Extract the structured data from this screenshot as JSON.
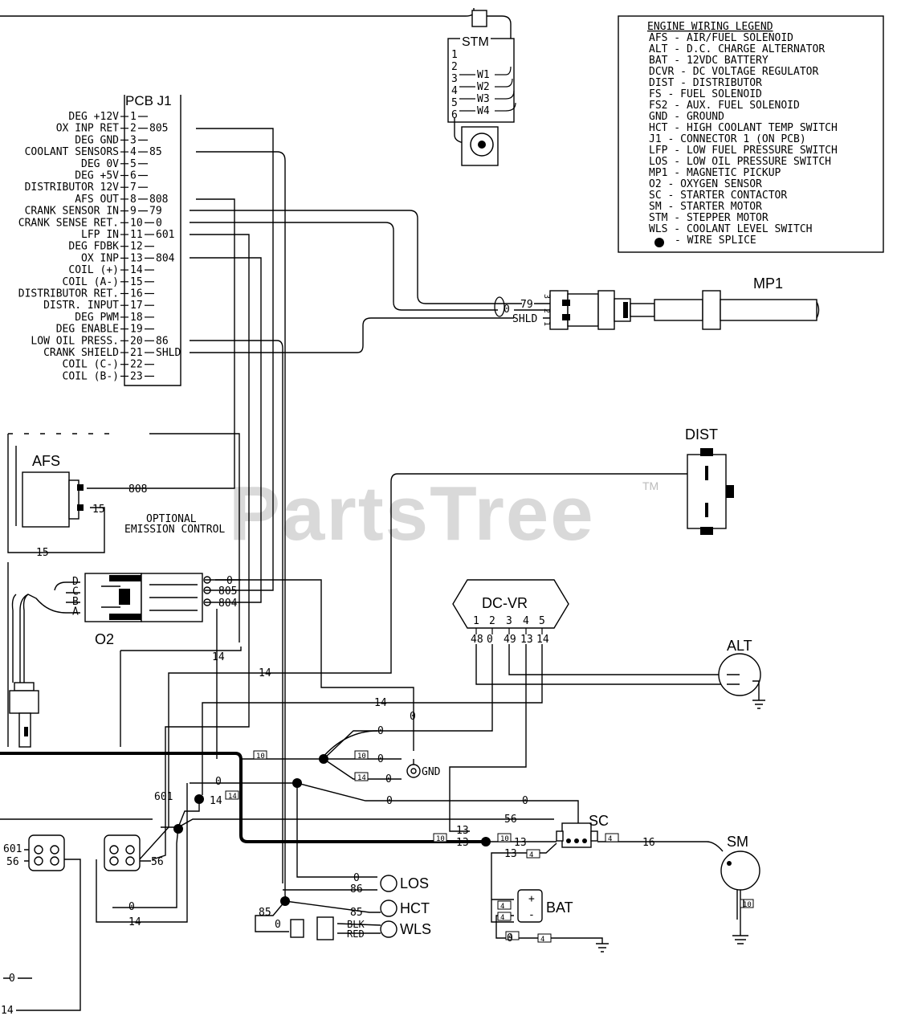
{
  "watermark": "PartsTree",
  "watermark_tm": "TM",
  "legend": {
    "title": "ENGINE WIRING LEGEND",
    "entries": [
      "AFS  - AIR/FUEL SOLENOID",
      "ALT  - D.C. CHARGE ALTERNATOR",
      "BAT  - 12VDC BATTERY",
      "DCVR  - DC VOLTAGE REGULATOR",
      "DIST  - DISTRIBUTOR",
      "FS  - FUEL SOLENOID",
      "FS2  - AUX. FUEL SOLENOID",
      "GND  - GROUND",
      "HCT - HIGH COOLANT TEMP SWITCH",
      "J1 - CONNECTOR 1 (ON PCB)",
      "LFP - LOW FUEL PRESSURE SWITCH",
      "LOS - LOW OIL PRESSURE SWITCH",
      "MP1 - MAGNETIC PICKUP",
      "O2  - OXYGEN SENSOR",
      "SC  - STARTER CONTACTOR",
      "SM  - STARTER MOTOR",
      "STM - STEPPER MOTOR",
      "WLS - COOLANT LEVEL SWITCH",
      "- WIRE SPLICE"
    ]
  },
  "pcb": {
    "title": "PCB J1",
    "pins": [
      {
        "label": "DEG +12V",
        "num": "1",
        "wire": ""
      },
      {
        "label": "OX INP RET",
        "num": "2",
        "wire": "805"
      },
      {
        "label": "DEG GND",
        "num": "3",
        "wire": ""
      },
      {
        "label": "COOLANT SENSORS",
        "num": "4",
        "wire": "85"
      },
      {
        "label": "DEG 0V",
        "num": "5",
        "wire": ""
      },
      {
        "label": "DEG +5V",
        "num": "6",
        "wire": ""
      },
      {
        "label": "DISTRIBUTOR 12V",
        "num": "7",
        "wire": ""
      },
      {
        "label": "AFS OUT",
        "num": "8",
        "wire": "808"
      },
      {
        "label": "CRANK SENSOR IN",
        "num": "9",
        "wire": "79"
      },
      {
        "label": "CRANK SENSE RET.",
        "num": "10",
        "wire": "0"
      },
      {
        "label": "LFP IN",
        "num": "11",
        "wire": "601"
      },
      {
        "label": "DEG FDBK",
        "num": "12",
        "wire": ""
      },
      {
        "label": "OX INP",
        "num": "13",
        "wire": "804"
      },
      {
        "label": "COIL (+)",
        "num": "14",
        "wire": ""
      },
      {
        "label": "COIL (A-)",
        "num": "15",
        "wire": ""
      },
      {
        "label": "DISTRIBUTOR RET.",
        "num": "16",
        "wire": ""
      },
      {
        "label": "DISTR. INPUT",
        "num": "17",
        "wire": ""
      },
      {
        "label": "DEG PWM",
        "num": "18",
        "wire": ""
      },
      {
        "label": "DEG ENABLE",
        "num": "19",
        "wire": ""
      },
      {
        "label": "LOW OIL PRESS.",
        "num": "20",
        "wire": "86"
      },
      {
        "label": "CRANK SHIELD",
        "num": "21",
        "wire": "SHLD"
      },
      {
        "label": "COIL (C-)",
        "num": "22",
        "wire": ""
      },
      {
        "label": "COIL (B-)",
        "num": "23",
        "wire": ""
      }
    ]
  },
  "stm": {
    "title": "STM",
    "pins": [
      "1",
      "2",
      "3",
      "4",
      "5",
      "6"
    ],
    "windings": [
      "W1",
      "W2",
      "W3",
      "W4"
    ]
  },
  "mp1": {
    "title": "MP1",
    "wire_79": "79",
    "wire_0": "0",
    "shield": "SHLD",
    "pin_3": "3",
    "pin_2": "2",
    "pin_1": "1"
  },
  "afs": {
    "title": "AFS",
    "wire_808": "808",
    "wire_15a": "15",
    "wire_15b": "15"
  },
  "optional": {
    "line1": "OPTIONAL",
    "line2": "EMISSION CONTROL"
  },
  "o2": {
    "title": "O2",
    "pins": [
      "D",
      "C",
      "B",
      "A"
    ],
    "wire_0": "0",
    "wire_805": "805",
    "wire_804": "804"
  },
  "dist": {
    "title": "DIST"
  },
  "dcvr": {
    "title": "DC-VR",
    "pins": [
      "1",
      "2",
      "3",
      "4",
      "5"
    ],
    "wires": [
      "48",
      "0",
      "49",
      "13",
      "14"
    ]
  },
  "alt": {
    "title": "ALT"
  },
  "gnd": {
    "title": "GND"
  },
  "sc": {
    "title": "SC"
  },
  "sm": {
    "title": "SM"
  },
  "bat": {
    "title": "BAT",
    "plus": "+",
    "minus": "-"
  },
  "los": {
    "title": "LOS"
  },
  "hct": {
    "title": "HCT"
  },
  "wls": {
    "title": "WLS",
    "blk": "BLK",
    "red": "RED"
  },
  "wires": {
    "w14a": "14",
    "w14b": "14",
    "w14c": "14",
    "w14d": "14",
    "w14e": "14",
    "w0a": "0",
    "w0b": "0",
    "w0c": "0",
    "w0d": "0",
    "w0e": "0",
    "w0f": "0",
    "w0g": "0",
    "w0h": "0",
    "w0i": "0",
    "w0j": "0",
    "w0k": "0",
    "w601a": "601",
    "w601b": "601",
    "w56a": "56",
    "w56b": "56",
    "w56c": "56",
    "w13a": "13",
    "w13b": "13",
    "w13c": "13",
    "w13d": "13",
    "w16": "16",
    "w86": "86",
    "w85a": "85",
    "w85b": "85",
    "tag10a": "10",
    "tag10b": "10",
    "tag10c": "10",
    "tag10d": "10",
    "tag10e": "10",
    "tag14a": "14",
    "tag14b": "14",
    "tag4a": "4",
    "tag4b": "4",
    "tag4c": "4",
    "tag4d": "4",
    "tag4e": "4",
    "tag4f": "4"
  }
}
